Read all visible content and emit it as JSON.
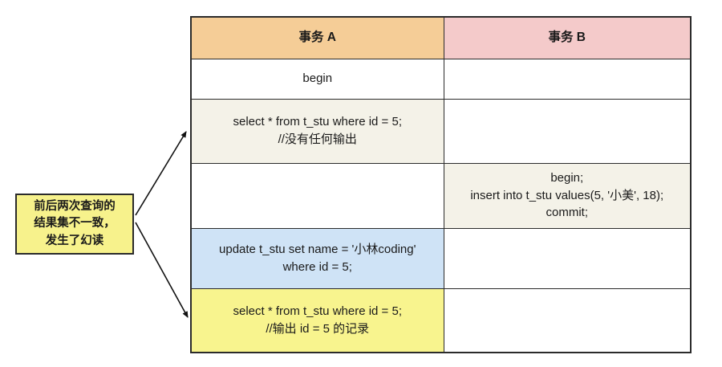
{
  "annotation": {
    "text": "前后两次查询的\n结果集不一致，\n发生了幻读"
  },
  "table": {
    "headers": [
      {
        "label": "事务 A"
      },
      {
        "label": "事务 B"
      }
    ],
    "rows": [
      {
        "a": "begin",
        "b": ""
      },
      {
        "a": "select * from t_stu where id = 5;\n//没有任何输出",
        "b": ""
      },
      {
        "a": "",
        "b": "begin;\ninsert into t_stu values(5, '小美', 18);\ncommit;"
      },
      {
        "a": "update t_stu set name = '小林coding'\nwhere id = 5;",
        "b": ""
      },
      {
        "a": "select * from t_stu where id = 5;\n//输出 id = 5 的记录",
        "b": ""
      }
    ]
  },
  "colors": {
    "header_a_bg": "#f5cd97",
    "header_b_bg": "#f4caca",
    "statement_bg": "#f4f2e8",
    "update_bg": "#cfe3f6",
    "highlight_bg": "#f8f48e",
    "annotation_bg": "#f7f28c",
    "border": "#2b2b2b",
    "arrow": "#111111"
  }
}
